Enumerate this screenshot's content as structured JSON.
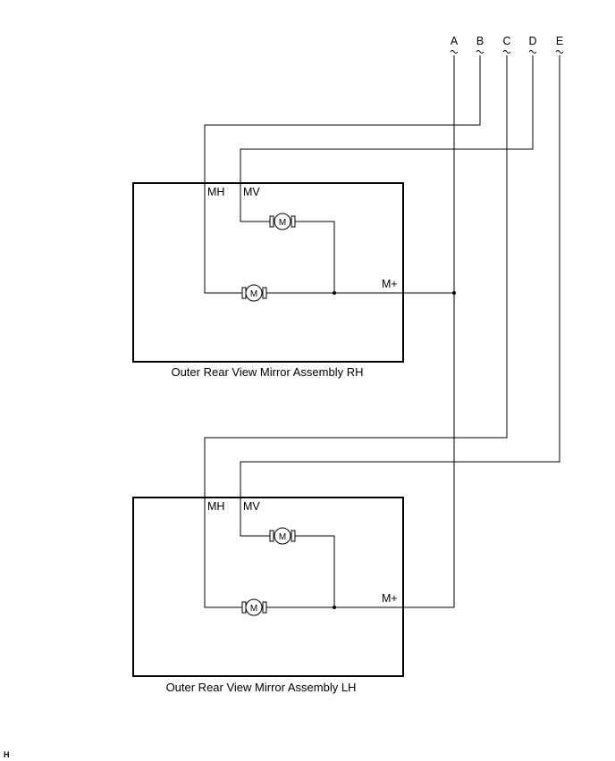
{
  "terminals": {
    "a": "A",
    "b": "B",
    "c": "C",
    "d": "D",
    "e": "E"
  },
  "assemblies": {
    "rh": {
      "caption": "Outer Rear View Mirror Assembly RH",
      "pin_mh": "MH",
      "pin_mv": "MV",
      "pin_mplus": "M+",
      "motor_upper": "M",
      "motor_lower": "M"
    },
    "lh": {
      "caption": "Outer Rear View Mirror Assembly LH",
      "pin_mh": "MH",
      "pin_mv": "MV",
      "pin_mplus": "M+",
      "motor_upper": "M",
      "motor_lower": "M"
    }
  },
  "footer": {
    "code": "H"
  }
}
